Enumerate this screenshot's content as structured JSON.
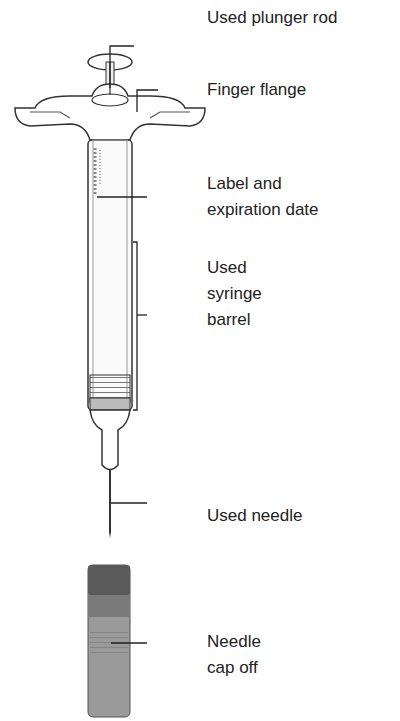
{
  "diagram": {
    "labels": [
      "Used plunger rod",
      "Finger flange",
      "Label and expiration date",
      "Used syringe barrel",
      "Used needle",
      "Needle cap off"
    ]
  }
}
